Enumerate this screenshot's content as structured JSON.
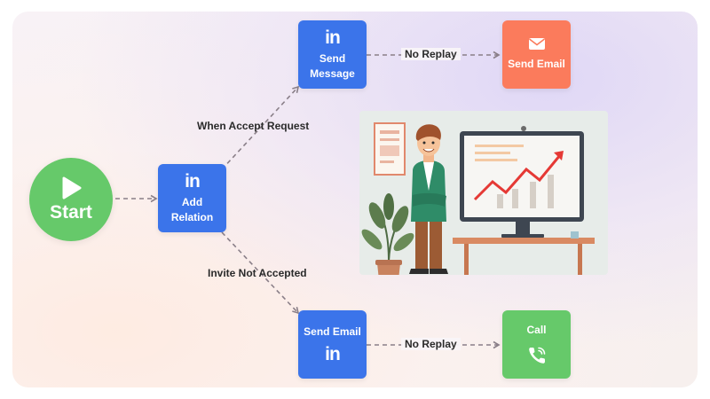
{
  "nodes": {
    "start": {
      "label": "Start"
    },
    "add_relation": {
      "brand": "in",
      "line1": "Add",
      "line2": "Relation"
    },
    "send_message": {
      "brand": "in",
      "line1": "Send",
      "line2": "Message"
    },
    "send_email_top": {
      "label": "Send Email"
    },
    "send_email_bottom": {
      "label": "Send Email",
      "brand": "in"
    },
    "call": {
      "label": "Call"
    }
  },
  "edges": {
    "accept": "When Accept Request",
    "not_accepted": "Invite Not Accepted",
    "no_replay_top": "No Replay",
    "no_replay_bottom": "No Replay"
  },
  "icons": {
    "start": "play-icon",
    "linkedin": "linkedin-icon",
    "email": "envelope-icon",
    "call": "phone-ringing-icon"
  },
  "colors": {
    "blue": "#3b74ea",
    "green": "#66c96a",
    "orange": "#fb7b5c",
    "connector": "#8a7f88"
  }
}
